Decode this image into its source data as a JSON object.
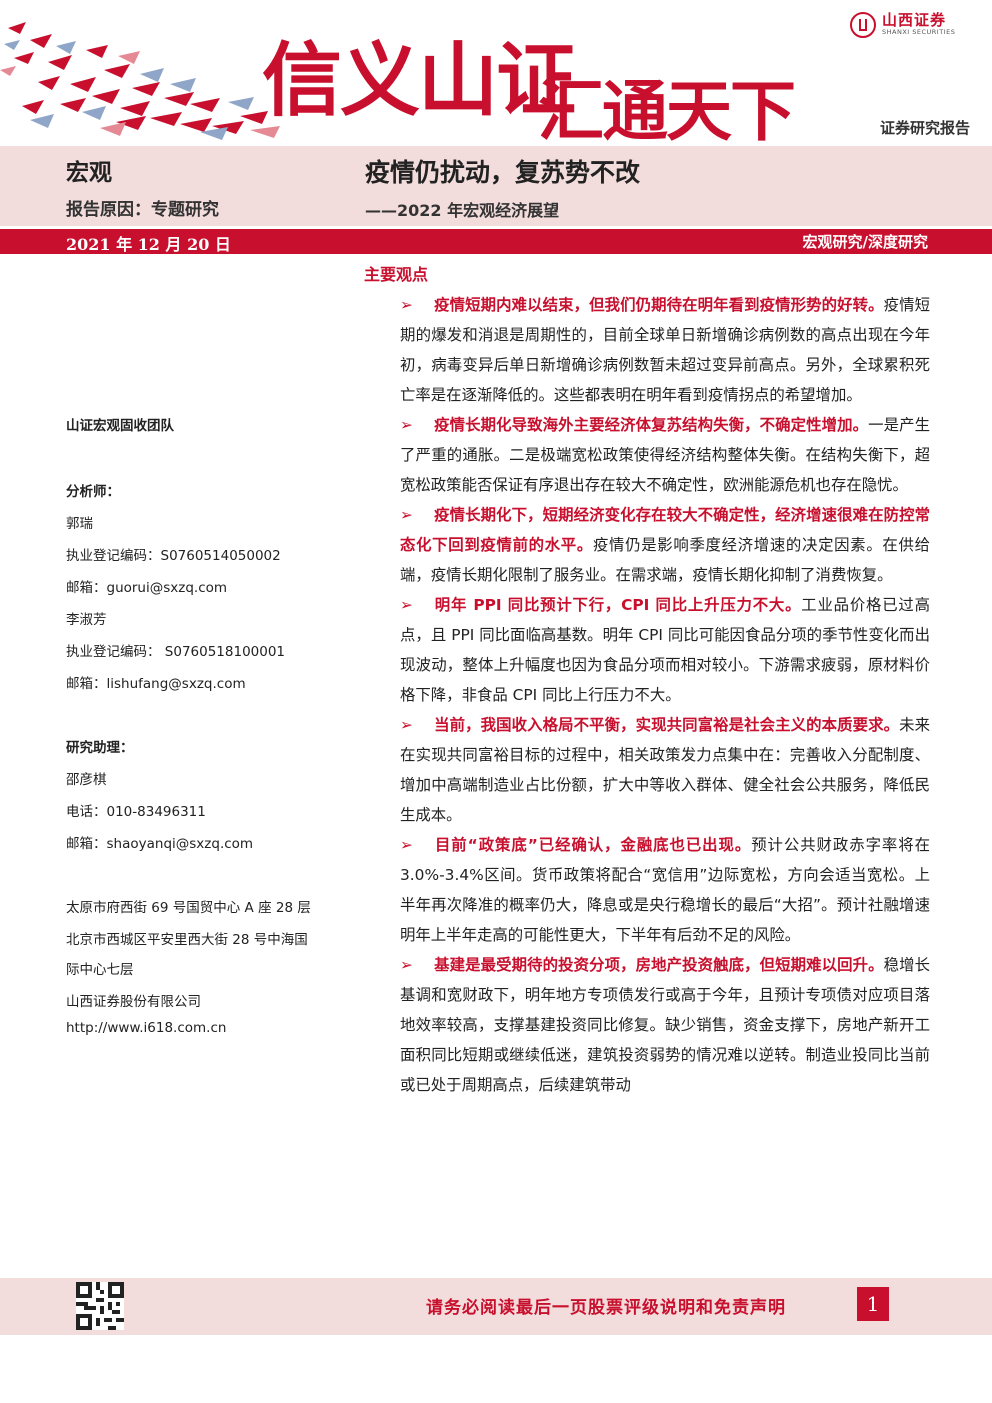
{
  "header": {
    "slogan_part1": "信义山证",
    "slogan_part2": "汇通天下",
    "logo_name": "山西证券",
    "logo_en": "SHANXI SECURITIES",
    "report_type": "证券研究报告"
  },
  "title_block": {
    "category": "宏观",
    "reason": "报告原因：专题研究",
    "title": "疫情仍扰动，复苏势不改",
    "subtitle": "——2022 年宏观经济展望",
    "date": "2021 年 12 月 20 日",
    "tags": "宏观研究/深度研究"
  },
  "sidebar": {
    "team": "山证宏观固收团队",
    "analyst_label": "分析师：",
    "analyst1_name": "郭瑞",
    "analyst1_reg": "执业登记编码：S0760514050002",
    "analyst1_email": "邮箱：guorui@sxzq.com",
    "analyst2_name": "李淑芳",
    "analyst2_reg": "执业登记编码：  S0760518100001",
    "analyst2_email": "邮箱：lishufang@sxzq.com",
    "assistant_label": "研究助理：",
    "assistant_name": "邵彦棋",
    "assistant_phone": "电话：010-83496311",
    "assistant_email": "邮箱：shaoyanqi@sxzq.com",
    "address1": "太原市府西街 69 号国贸中心 A 座 28 层",
    "address2_line1": "北京市西城区平安里西大街 28 号中海国",
    "address2_line2": "际中心七层",
    "company": "山西证券股份有限公司",
    "website": "http://www.i618.com.cn"
  },
  "main": {
    "section_title": "主要观点",
    "bullet": "➢",
    "points": [
      {
        "headline": "疫情短期内难以结束，但我们仍期待在明年看到疫情形势的好转。",
        "body": "疫情短期的爆发和消退是周期性的，目前全球单日新增确诊病例数的高点出现在今年初，病毒变异后单日新增确诊病例数暂未超过变异前高点。另外，全球累积死亡率是在逐渐降低的。这些都表明在明年看到疫情拐点的希望增加。"
      },
      {
        "headline": "疫情长期化导致海外主要经济体复苏结构失衡，不确定性增加。",
        "body": "一是产生了严重的通胀。二是极端宽松政策使得经济结构整体失衡。在结构失衡下，超宽松政策能否保证有序退出存在较大不确定性，欧洲能源危机也存在隐忧。"
      },
      {
        "headline": "疫情长期化下，短期经济变化存在较大不确定性，经济增速很难在防控常态化下回到疫情前的水平。",
        "body": "疫情仍是影响季度经济增速的决定因素。在供给端，疫情长期化限制了服务业。在需求端，疫情长期化抑制了消费恢复。"
      },
      {
        "headline": "明年 PPI 同比预计下行，CPI 同比上升压力不大。",
        "body": "工业品价格已过高点，且 PPI 同比面临高基数。明年 CPI 同比可能因食品分项的季节性变化而出现波动，整体上升幅度也因为食品分项而相对较小。下游需求疲弱，原材料价格下降，非食品 CPI 同比上行压力不大。"
      },
      {
        "headline": "当前，我国收入格局不平衡，实现共同富裕是社会主义的本质要求。",
        "body": "未来在实现共同富裕目标的过程中，相关政策发力点集中在：完善收入分配制度、增加中高端制造业占比份额，扩大中等收入群体、健全社会公共服务，降低民生成本。"
      },
      {
        "headline": "目前“政策底”已经确认，金融底也已出现。",
        "body": "预计公共财政赤字率将在 3.0%-3.4%区间。货币政策将配合“宽信用”边际宽松，方向会适当宽松。上半年再次降准的概率仍大，降息或是央行稳增长的最后“大招”。预计社融增速明年上半年走高的可能性更大，下半年有后劲不足的风险。"
      },
      {
        "headline": "基建是最受期待的投资分项，房地产投资触底，但短期难以回升。",
        "body": "稳增长基调和宽财政下，明年地方专项债发行或高于今年，且预计专项债对应项目落地效率较高，支撑基建投资同比修复。缺少销售，资金支撑下，房地产新开工面积同比短期或继续低迷，建筑投资弱势的情况难以逆转。制造业投同比当前或已处于周期高点，后续建筑带动"
      }
    ]
  },
  "footer": {
    "disclaimer": "请务必阅读最后一页股票评级说明和免责声明",
    "page_number": "1"
  },
  "colors": {
    "brand_red": "#c8102e",
    "band_pink": "#f3dcdc"
  }
}
